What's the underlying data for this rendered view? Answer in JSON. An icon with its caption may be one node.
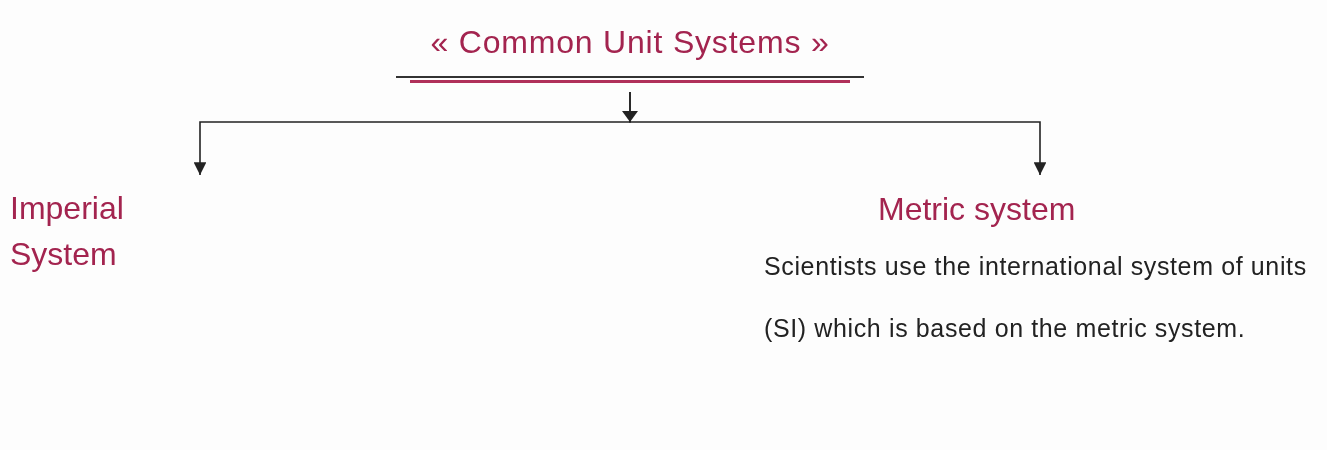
{
  "diagram": {
    "nodes": [
      {
        "text": [
          "« Common Unit Systems »"
        ]
      },
      {
        "text": [
          "Imperial System"
        ]
      },
      {
        "text": [
          "Metric system",
          "Scientists use the international system of units (SI) which is based on the metric system."
        ]
      }
    ],
    "edges": [
      {
        "from": 0,
        "to": 1,
        "arrow": "to"
      },
      {
        "from": 0,
        "to": 2,
        "arrow": "to"
      }
    ]
  }
}
